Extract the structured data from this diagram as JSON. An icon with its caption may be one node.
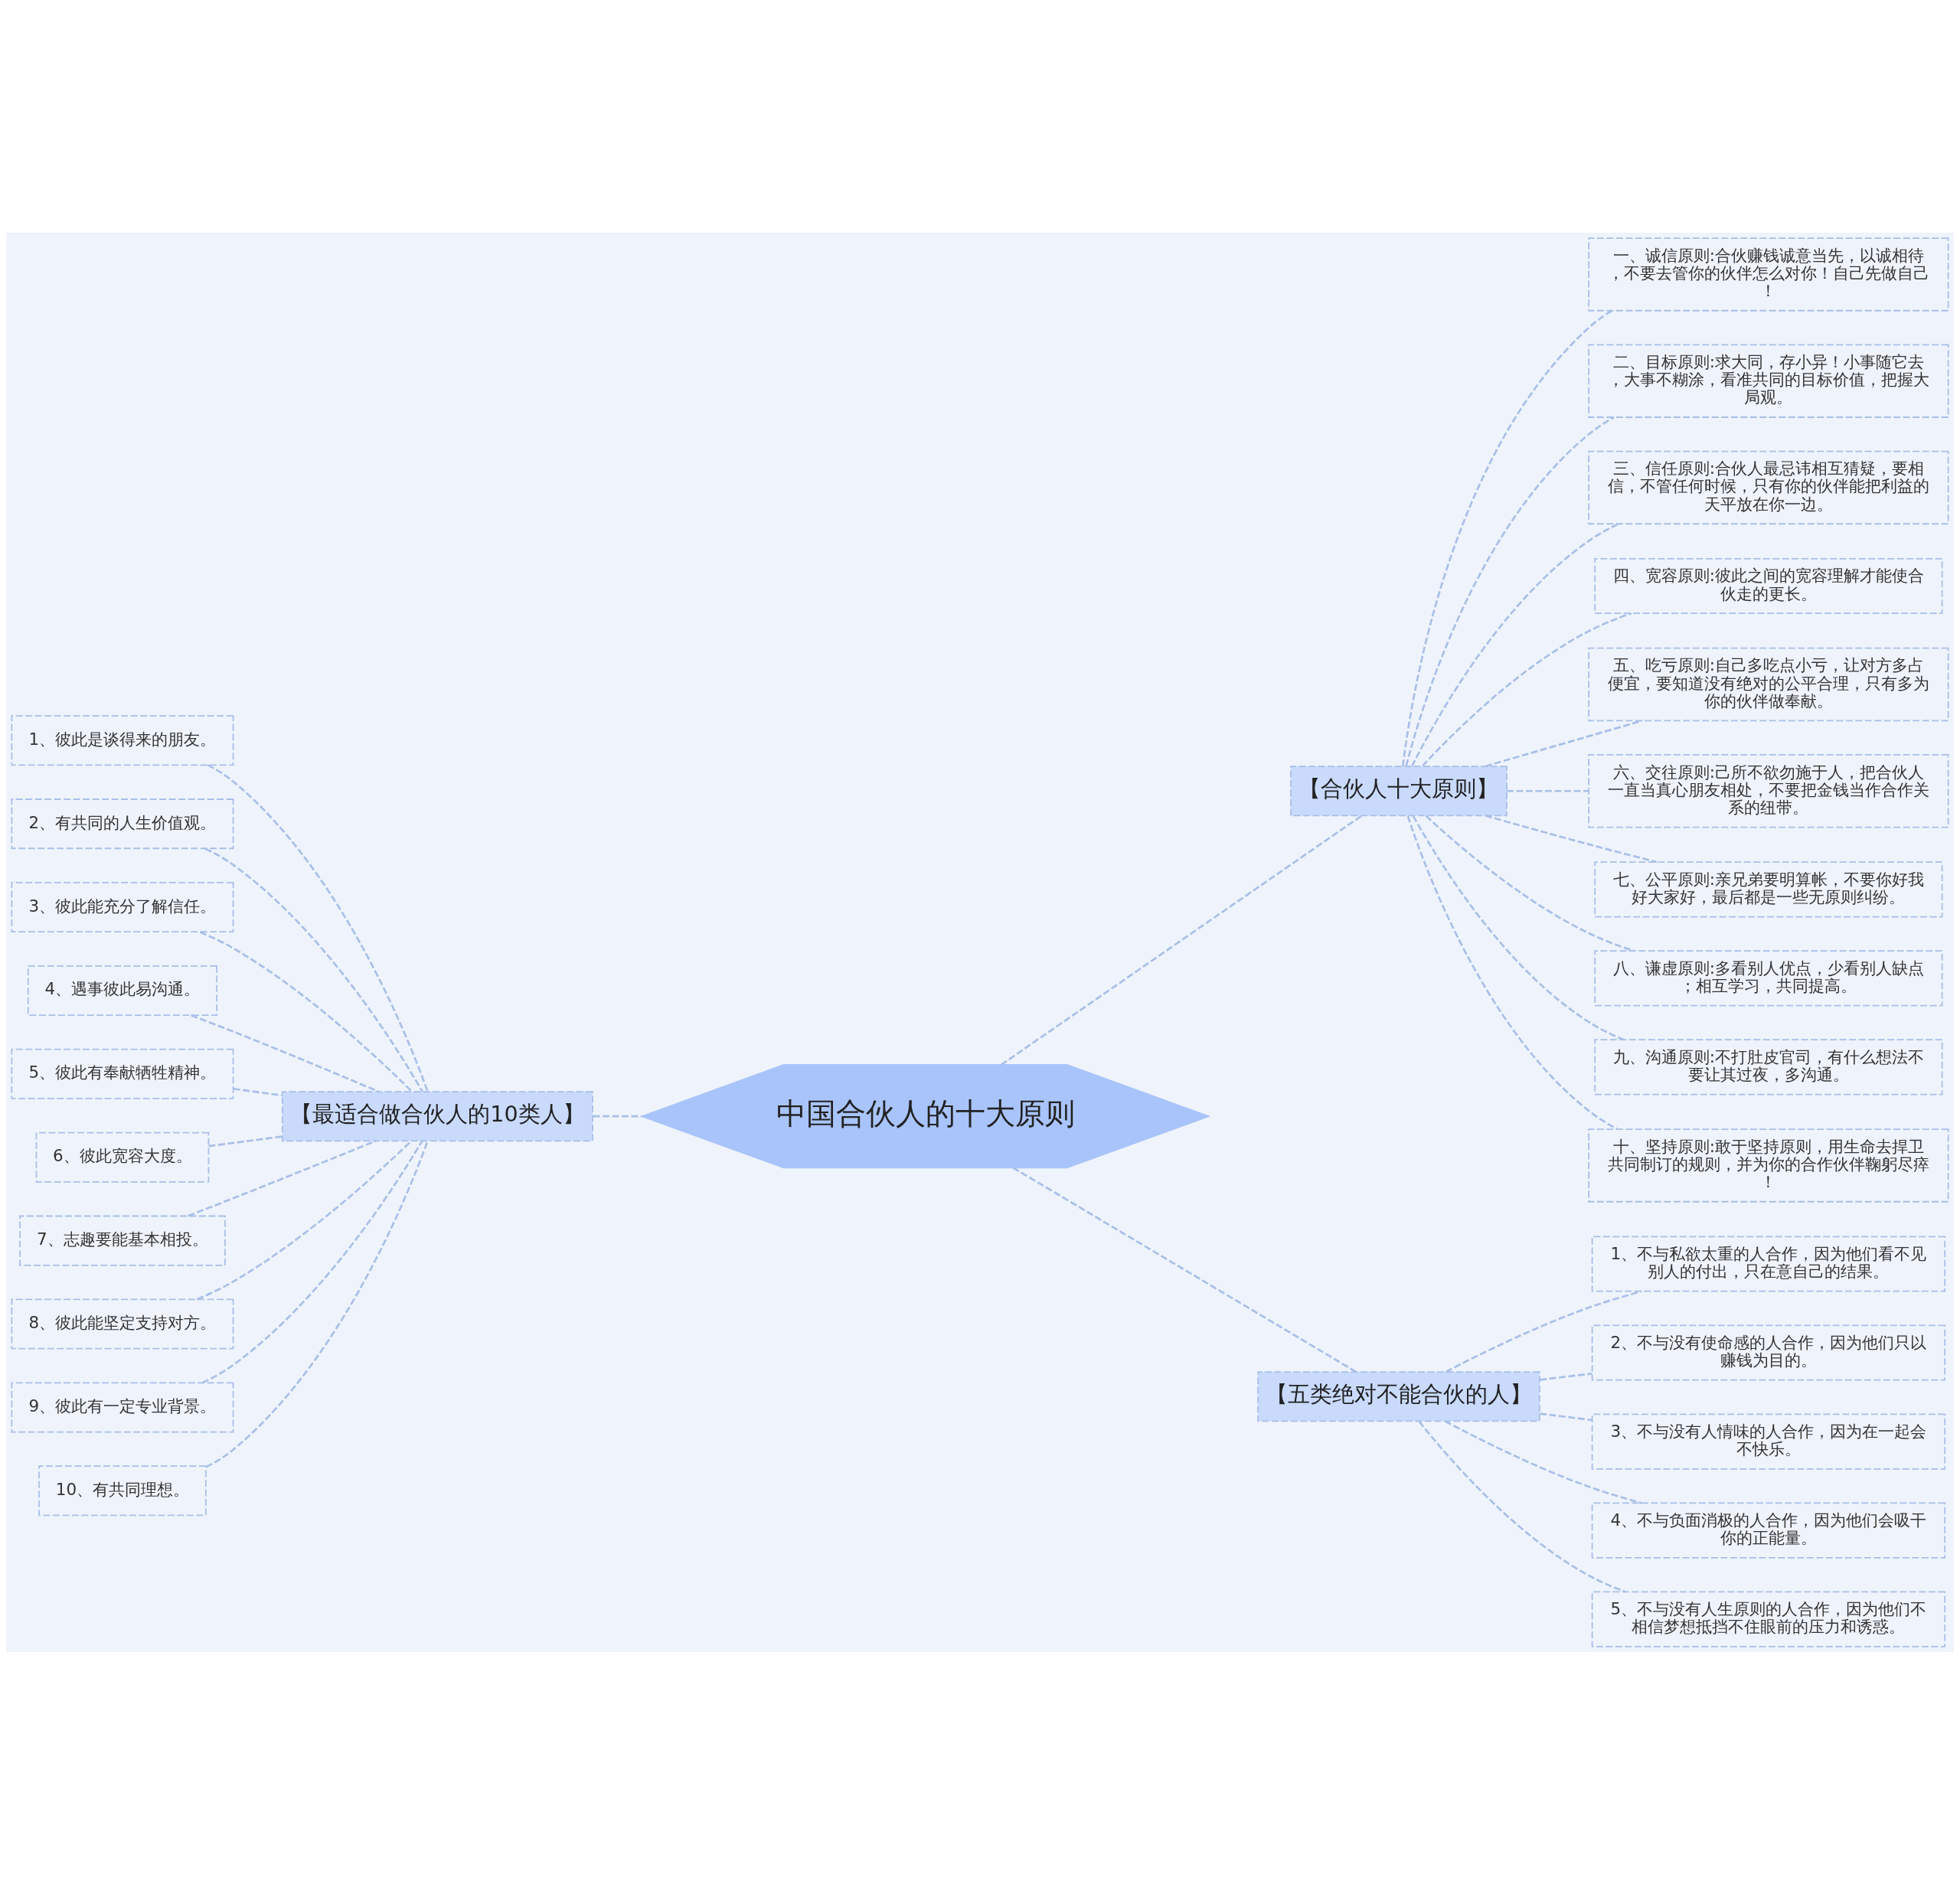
{
  "diagram": {
    "nodes": [
      {
        "text": [
          "中国合伙人的十大原则"
        ]
      },
      {
        "text": [
          "【最适合做合伙人的10类人】"
        ]
      },
      {
        "text": [
          "1、彼此是谈得来的朋友。"
        ]
      },
      {
        "text": [
          "2、有共同的人生价值观。"
        ]
      },
      {
        "text": [
          "3、彼此能充分了解信任。"
        ]
      },
      {
        "text": [
          "4、遇事彼此易沟通。"
        ]
      },
      {
        "text": [
          "5、彼此有奉献牺牲精神。"
        ]
      },
      {
        "text": [
          "6、彼此宽容大度。"
        ]
      },
      {
        "text": [
          "7、志趣要能基本相投。"
        ]
      },
      {
        "text": [
          "8、彼此能坚定支持对方。"
        ]
      },
      {
        "text": [
          "9、彼此有一定专业背景。"
        ]
      },
      {
        "text": [
          "10、有共同理想。"
        ]
      },
      {
        "text": [
          "【合伙人十大原则】"
        ]
      },
      {
        "text": [
          "一、诚信原则:合伙赚钱诚意当先，以诚相待，不要去管你的伙伴怎么对你！自己先做自己！"
        ]
      },
      {
        "text": [
          "二、目标原则:求大同，存小异！小事随它去，大事不糊涂，看准共同的目标价值，把握大局观。"
        ]
      },
      {
        "text": [
          "三、信任原则:合伙人最忌讳相互猜疑，要相信，不管任何时候，只有你的伙伴能把利益的天平放在你一边。"
        ]
      },
      {
        "text": [
          "四、宽容原则:彼此之间的宽容理解才能使合伙走的更长。"
        ]
      },
      {
        "text": [
          "五、吃亏原则:自己多吃点小亏，让对方多占便宜，要知道没有绝对的公平合理，只有多为你的伙伴做奉献。"
        ]
      },
      {
        "text": [
          "六、交往原则:己所不欲勿施于人，把合伙人一直当真心朋友相处，不要把金钱当作合作关系的纽带。"
        ]
      },
      {
        "text": [
          "七、公平原则:亲兄弟要明算帐，不要你好我好大家好，最后都是一些无原则纠纷。"
        ]
      },
      {
        "text": [
          "八、谦虚原则:多看别人优点，少看别人缺点；相互学习，共同提高。"
        ]
      },
      {
        "text": [
          "九、沟通原则:不打肚皮官司，有什么想法不要让其过夜，多沟通。"
        ]
      },
      {
        "text": [
          "十、坚持原则:敢于坚持原则，用生命去捍卫共同制订的规则，并为你的合作伙伴鞠躬尽瘁！"
        ]
      },
      {
        "text": [
          "【五类绝对不能合伙的人】"
        ]
      },
      {
        "text": [
          "1、不与私欲太重的人合作，因为他们看不见别人的付出，只在意自己的结果。"
        ]
      },
      {
        "text": [
          "2、不与没有使命感的人合作，因为他们只以赚钱为目的。"
        ]
      },
      {
        "text": [
          "3、不与没有人情味的人合作，因为在一起会不快乐。"
        ]
      },
      {
        "text": [
          "4、不与负面消极的人合作，因为他们会吸干你的正能量。"
        ]
      },
      {
        "text": [
          "5、不与没有人生原则的人合作，因为他们不相信梦想抵挡不住眼前的压力和诱惑。"
        ]
      }
    ],
    "edges": [
      {
        "from": 0,
        "to": 1,
        "arrow": "none",
        "style": "dashed"
      },
      {
        "from": 1,
        "to": 2,
        "arrow": "none",
        "style": "dashed"
      },
      {
        "from": 1,
        "to": 3,
        "arrow": "none",
        "style": "dashed"
      },
      {
        "from": 1,
        "to": 4,
        "arrow": "none",
        "style": "dashed"
      },
      {
        "from": 1,
        "to": 5,
        "arrow": "none",
        "style": "dashed"
      },
      {
        "from": 1,
        "to": 6,
        "arrow": "none",
        "style": "dashed"
      },
      {
        "from": 1,
        "to": 7,
        "arrow": "none",
        "style": "dashed"
      },
      {
        "from": 1,
        "to": 8,
        "arrow": "none",
        "style": "dashed"
      },
      {
        "from": 1,
        "to": 9,
        "arrow": "none",
        "style": "dashed"
      },
      {
        "from": 1,
        "to": 10,
        "arrow": "none",
        "style": "dashed"
      },
      {
        "from": 1,
        "to": 11,
        "arrow": "none",
        "style": "dashed"
      },
      {
        "from": 0,
        "to": 12,
        "arrow": "none",
        "style": "dashed"
      },
      {
        "from": 12,
        "to": 13,
        "arrow": "none",
        "style": "dashed"
      },
      {
        "from": 12,
        "to": 14,
        "arrow": "none",
        "style": "dashed"
      },
      {
        "from": 12,
        "to": 15,
        "arrow": "none",
        "style": "dashed"
      },
      {
        "from": 12,
        "to": 16,
        "arrow": "none",
        "style": "dashed"
      },
      {
        "from": 12,
        "to": 17,
        "arrow": "none",
        "style": "dashed"
      },
      {
        "from": 12,
        "to": 18,
        "arrow": "none",
        "style": "dashed"
      },
      {
        "from": 12,
        "to": 19,
        "arrow": "none",
        "style": "dashed"
      },
      {
        "from": 12,
        "to": 20,
        "arrow": "none",
        "style": "dashed"
      },
      {
        "from": 12,
        "to": 21,
        "arrow": "none",
        "style": "dashed"
      },
      {
        "from": 12,
        "to": 22,
        "arrow": "none",
        "style": "dashed"
      },
      {
        "from": 0,
        "to": 23,
        "arrow": "none",
        "style": "dashed"
      },
      {
        "from": 23,
        "to": 24,
        "arrow": "none",
        "style": "dashed"
      },
      {
        "from": 23,
        "to": 25,
        "arrow": "none",
        "style": "dashed"
      },
      {
        "from": 23,
        "to": 26,
        "arrow": "none",
        "style": "dashed"
      },
      {
        "from": 23,
        "to": 27,
        "arrow": "none",
        "style": "dashed"
      },
      {
        "from": 23,
        "to": 28,
        "arrow": "none",
        "style": "dashed"
      }
    ]
  }
}
